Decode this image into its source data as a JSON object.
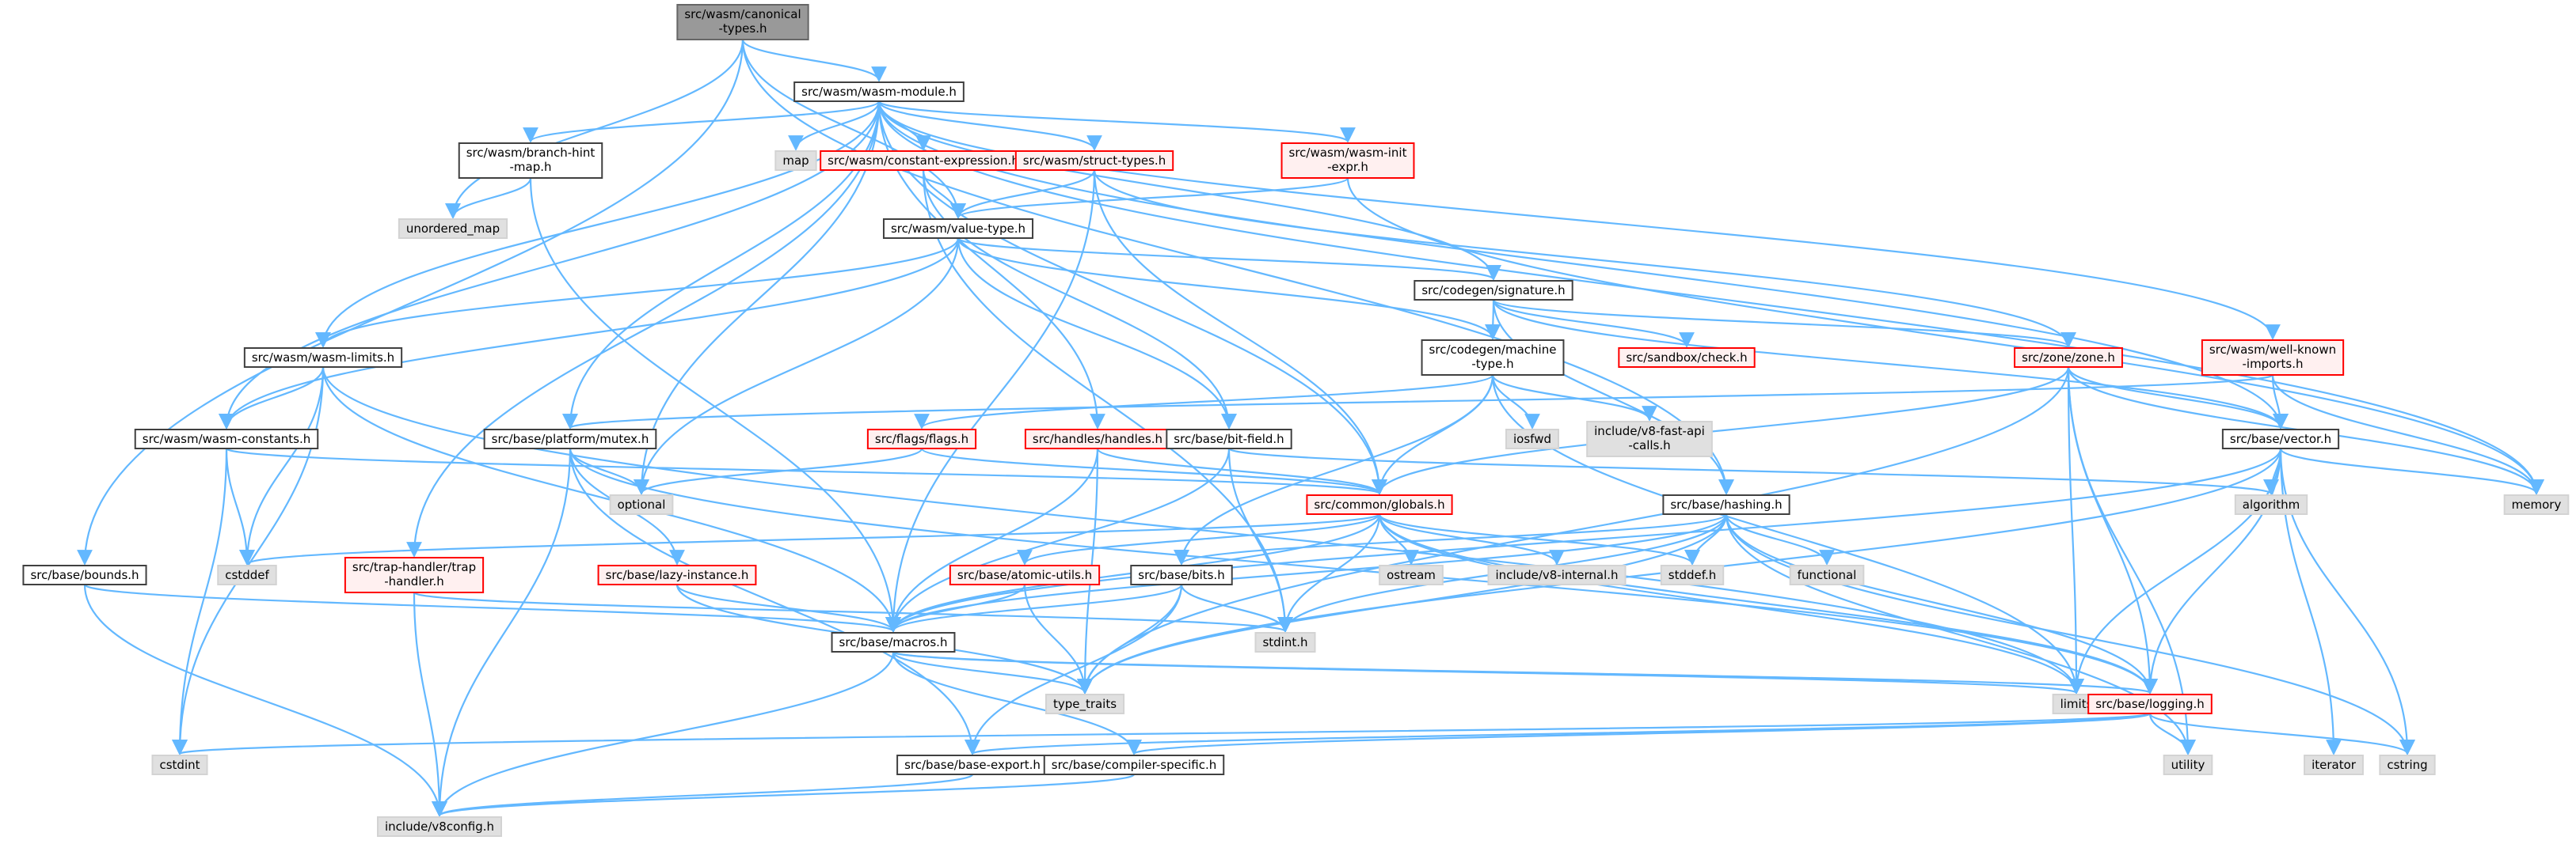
{
  "colors": {
    "edge": "#63b8ff",
    "root_fill": "#999999",
    "root_border": "#666666",
    "normal_border": "#404040",
    "incomplete_border": "#ff0000",
    "incomplete_fill": "#fff0f0",
    "system_fill": "#e0e0e0",
    "system_border": "#d3d3d3"
  },
  "nodes": [
    {
      "id": "canonical_types",
      "lines": [
        "src/wasm/canonical",
        "-types.h"
      ],
      "kind": "root"
    },
    {
      "id": "wasm_module",
      "lines": [
        "src/wasm/wasm-module.h"
      ],
      "kind": "normal"
    },
    {
      "id": "branch_hint_map",
      "lines": [
        "src/wasm/branch-hint",
        "-map.h"
      ],
      "kind": "normal"
    },
    {
      "id": "map",
      "lines": [
        "map"
      ],
      "kind": "system"
    },
    {
      "id": "constant_expression",
      "lines": [
        "src/wasm/constant-expression.h"
      ],
      "kind": "incomplete"
    },
    {
      "id": "struct_types",
      "lines": [
        "src/wasm/struct-types.h"
      ],
      "kind": "incomplete"
    },
    {
      "id": "wasm_init_expr",
      "lines": [
        "src/wasm/wasm-init",
        "-expr.h"
      ],
      "kind": "incomplete"
    },
    {
      "id": "unordered_map",
      "lines": [
        "unordered_map"
      ],
      "kind": "system"
    },
    {
      "id": "value_type",
      "lines": [
        "src/wasm/value-type.h"
      ],
      "kind": "normal"
    },
    {
      "id": "signature",
      "lines": [
        "src/codegen/signature.h"
      ],
      "kind": "normal"
    },
    {
      "id": "wasm_limits",
      "lines": [
        "src/wasm/wasm-limits.h"
      ],
      "kind": "normal"
    },
    {
      "id": "machine_type",
      "lines": [
        "src/codegen/machine",
        "-type.h"
      ],
      "kind": "normal"
    },
    {
      "id": "sandbox_check",
      "lines": [
        "src/sandbox/check.h"
      ],
      "kind": "incomplete"
    },
    {
      "id": "zone",
      "lines": [
        "src/zone/zone.h"
      ],
      "kind": "incomplete"
    },
    {
      "id": "well_known_imports",
      "lines": [
        "src/wasm/well-known",
        "-imports.h"
      ],
      "kind": "incomplete"
    },
    {
      "id": "wasm_constants",
      "lines": [
        "src/wasm/wasm-constants.h"
      ],
      "kind": "normal"
    },
    {
      "id": "platform_mutex",
      "lines": [
        "src/base/platform/mutex.h"
      ],
      "kind": "normal"
    },
    {
      "id": "flags",
      "lines": [
        "src/flags/flags.h"
      ],
      "kind": "incomplete"
    },
    {
      "id": "handles",
      "lines": [
        "src/handles/handles.h"
      ],
      "kind": "incomplete"
    },
    {
      "id": "bit_field",
      "lines": [
        "src/base/bit-field.h"
      ],
      "kind": "normal"
    },
    {
      "id": "iosfwd",
      "lines": [
        "iosfwd"
      ],
      "kind": "system"
    },
    {
      "id": "v8_fast_api_calls",
      "lines": [
        "include/v8-fast-api",
        "-calls.h"
      ],
      "kind": "system"
    },
    {
      "id": "vector",
      "lines": [
        "src/base/vector.h"
      ],
      "kind": "normal"
    },
    {
      "id": "optional",
      "lines": [
        "optional"
      ],
      "kind": "system"
    },
    {
      "id": "common_globals",
      "lines": [
        "src/common/globals.h"
      ],
      "kind": "incomplete"
    },
    {
      "id": "hashing",
      "lines": [
        "src/base/hashing.h"
      ],
      "kind": "normal"
    },
    {
      "id": "algorithm",
      "lines": [
        "algorithm"
      ],
      "kind": "system"
    },
    {
      "id": "memory",
      "lines": [
        "memory"
      ],
      "kind": "system"
    },
    {
      "id": "bounds",
      "lines": [
        "src/base/bounds.h"
      ],
      "kind": "normal"
    },
    {
      "id": "cstddef",
      "lines": [
        "cstddef"
      ],
      "kind": "system"
    },
    {
      "id": "trap_handler",
      "lines": [
        "src/trap-handler/trap",
        "-handler.h"
      ],
      "kind": "incomplete"
    },
    {
      "id": "lazy_instance",
      "lines": [
        "src/base/lazy-instance.h"
      ],
      "kind": "incomplete"
    },
    {
      "id": "atomic_utils",
      "lines": [
        "src/base/atomic-utils.h"
      ],
      "kind": "incomplete"
    },
    {
      "id": "bits",
      "lines": [
        "src/base/bits.h"
      ],
      "kind": "normal"
    },
    {
      "id": "ostream",
      "lines": [
        "ostream"
      ],
      "kind": "system"
    },
    {
      "id": "v8_internal",
      "lines": [
        "include/v8-internal.h"
      ],
      "kind": "system"
    },
    {
      "id": "stddef",
      "lines": [
        "stddef.h"
      ],
      "kind": "system"
    },
    {
      "id": "functional",
      "lines": [
        "functional"
      ],
      "kind": "system"
    },
    {
      "id": "macros",
      "lines": [
        "src/base/macros.h"
      ],
      "kind": "normal"
    },
    {
      "id": "stdint",
      "lines": [
        "stdint.h"
      ],
      "kind": "system"
    },
    {
      "id": "type_traits",
      "lines": [
        "type_traits"
      ],
      "kind": "system"
    },
    {
      "id": "limits",
      "lines": [
        "limits"
      ],
      "kind": "system"
    },
    {
      "id": "logging",
      "lines": [
        "src/base/logging.h"
      ],
      "kind": "incomplete"
    },
    {
      "id": "cstdint",
      "lines": [
        "cstdint"
      ],
      "kind": "system"
    },
    {
      "id": "base_export",
      "lines": [
        "src/base/base-export.h"
      ],
      "kind": "normal"
    },
    {
      "id": "compiler_specific",
      "lines": [
        "src/base/compiler-specific.h"
      ],
      "kind": "normal"
    },
    {
      "id": "utility",
      "lines": [
        "utility"
      ],
      "kind": "system"
    },
    {
      "id": "iterator",
      "lines": [
        "iterator"
      ],
      "kind": "system"
    },
    {
      "id": "cstring",
      "lines": [
        "cstring"
      ],
      "kind": "system"
    },
    {
      "id": "v8config",
      "lines": [
        "include/v8config.h"
      ],
      "kind": "system"
    }
  ],
  "edges": [
    [
      "canonical_types",
      "wasm_module"
    ],
    [
      "canonical_types",
      "unordered_map"
    ],
    [
      "canonical_types",
      "value_type"
    ],
    [
      "canonical_types",
      "bounds"
    ],
    [
      "canonical_types",
      "hashing"
    ],
    [
      "wasm_module",
      "branch_hint_map"
    ],
    [
      "wasm_module",
      "map"
    ],
    [
      "wasm_module",
      "constant_expression"
    ],
    [
      "wasm_module",
      "struct_types"
    ],
    [
      "wasm_module",
      "wasm_init_expr"
    ],
    [
      "wasm_module",
      "signature"
    ],
    [
      "wasm_module",
      "wasm_limits"
    ],
    [
      "wasm_module",
      "wasm_constants"
    ],
    [
      "wasm_module",
      "platform_mutex"
    ],
    [
      "wasm_module",
      "handles"
    ],
    [
      "wasm_module",
      "trap_handler"
    ],
    [
      "wasm_module",
      "optional"
    ],
    [
      "wasm_module",
      "common_globals"
    ],
    [
      "wasm_module",
      "vector"
    ],
    [
      "wasm_module",
      "well_known_imports"
    ],
    [
      "wasm_module",
      "memory"
    ],
    [
      "branch_hint_map",
      "unordered_map"
    ],
    [
      "branch_hint_map",
      "macros"
    ],
    [
      "constant_expression",
      "value_type"
    ],
    [
      "constant_expression",
      "bit_field"
    ],
    [
      "constant_expression",
      "stdint"
    ],
    [
      "struct_types",
      "value_type"
    ],
    [
      "struct_types",
      "common_globals"
    ],
    [
      "struct_types",
      "zone"
    ],
    [
      "struct_types",
      "macros"
    ],
    [
      "wasm_init_expr",
      "value_type"
    ],
    [
      "wasm_init_expr",
      "memory"
    ],
    [
      "value_type",
      "wasm_limits"
    ],
    [
      "value_type",
      "wasm_constants"
    ],
    [
      "value_type",
      "signature"
    ],
    [
      "value_type",
      "machine_type"
    ],
    [
      "value_type",
      "bit_field"
    ],
    [
      "value_type",
      "optional"
    ],
    [
      "signature",
      "machine_type"
    ],
    [
      "signature",
      "sandbox_check"
    ],
    [
      "signature",
      "zone"
    ],
    [
      "signature",
      "hashing"
    ],
    [
      "signature",
      "vector"
    ],
    [
      "wasm_limits",
      "wasm_constants"
    ],
    [
      "wasm_limits",
      "cstddef"
    ],
    [
      "wasm_limits",
      "cstdint"
    ],
    [
      "wasm_limits",
      "limits"
    ],
    [
      "wasm_limits",
      "macros"
    ],
    [
      "machine_type",
      "iosfwd"
    ],
    [
      "machine_type",
      "v8_fast_api_calls"
    ],
    [
      "machine_type",
      "flags"
    ],
    [
      "machine_type",
      "bits"
    ],
    [
      "machine_type",
      "common_globals"
    ],
    [
      "machine_type",
      "limits"
    ],
    [
      "zone",
      "common_globals"
    ],
    [
      "zone",
      "vector"
    ],
    [
      "zone",
      "limits"
    ],
    [
      "zone",
      "logging"
    ],
    [
      "zone",
      "memory"
    ],
    [
      "zone",
      "utility"
    ],
    [
      "zone",
      "type_traits"
    ],
    [
      "well_known_imports",
      "platform_mutex"
    ],
    [
      "well_known_imports",
      "vector"
    ],
    [
      "well_known_imports",
      "memory"
    ],
    [
      "wasm_constants",
      "common_globals"
    ],
    [
      "wasm_constants",
      "cstddef"
    ],
    [
      "wasm_constants",
      "cstdint"
    ],
    [
      "platform_mutex",
      "optional"
    ],
    [
      "platform_mutex",
      "lazy_instance"
    ],
    [
      "platform_mutex",
      "base_export"
    ],
    [
      "platform_mutex",
      "v8config"
    ],
    [
      "platform_mutex",
      "logging"
    ],
    [
      "flags",
      "optional"
    ],
    [
      "flags",
      "common_globals"
    ],
    [
      "handles",
      "common_globals"
    ],
    [
      "handles",
      "macros"
    ],
    [
      "handles",
      "type_traits"
    ],
    [
      "bit_field",
      "stdint"
    ],
    [
      "bit_field",
      "macros"
    ],
    [
      "bit_field",
      "algorithm"
    ],
    [
      "vector",
      "algorithm"
    ],
    [
      "vector",
      "memory"
    ],
    [
      "vector",
      "iterator"
    ],
    [
      "vector",
      "cstring"
    ],
    [
      "vector",
      "limits"
    ],
    [
      "vector",
      "type_traits"
    ],
    [
      "vector",
      "logging"
    ],
    [
      "vector",
      "macros"
    ],
    [
      "common_globals",
      "ostream"
    ],
    [
      "common_globals",
      "v8_internal"
    ],
    [
      "common_globals",
      "stddef"
    ],
    [
      "common_globals",
      "stdint"
    ],
    [
      "common_globals",
      "atomic_utils"
    ],
    [
      "common_globals",
      "macros"
    ],
    [
      "common_globals",
      "limits"
    ],
    [
      "common_globals",
      "logging"
    ],
    [
      "common_globals",
      "cstddef"
    ],
    [
      "hashing",
      "functional"
    ],
    [
      "hashing",
      "stddef"
    ],
    [
      "hashing",
      "stdint"
    ],
    [
      "hashing",
      "bits"
    ],
    [
      "hashing",
      "macros"
    ],
    [
      "hashing",
      "type_traits"
    ],
    [
      "hashing",
      "utility"
    ],
    [
      "hashing",
      "cstring"
    ],
    [
      "hashing",
      "logging"
    ],
    [
      "bounds",
      "macros"
    ],
    [
      "bounds",
      "v8config"
    ],
    [
      "trap_handler",
      "stdint"
    ],
    [
      "trap_handler",
      "v8config"
    ],
    [
      "lazy_instance",
      "macros"
    ],
    [
      "lazy_instance",
      "type_traits"
    ],
    [
      "atomic_utils",
      "macros"
    ],
    [
      "atomic_utils",
      "type_traits"
    ],
    [
      "bits",
      "macros"
    ],
    [
      "bits",
      "stdint"
    ],
    [
      "bits",
      "type_traits"
    ],
    [
      "bits",
      "base_export"
    ],
    [
      "macros",
      "type_traits"
    ],
    [
      "macros",
      "limits"
    ],
    [
      "macros",
      "logging"
    ],
    [
      "macros",
      "compiler_specific"
    ],
    [
      "macros",
      "v8config"
    ],
    [
      "logging",
      "cstdint"
    ],
    [
      "logging",
      "utility"
    ],
    [
      "logging",
      "cstring"
    ],
    [
      "logging",
      "base_export"
    ],
    [
      "logging",
      "compiler_specific"
    ],
    [
      "base_export",
      "v8config"
    ],
    [
      "compiler_specific",
      "v8config"
    ]
  ]
}
